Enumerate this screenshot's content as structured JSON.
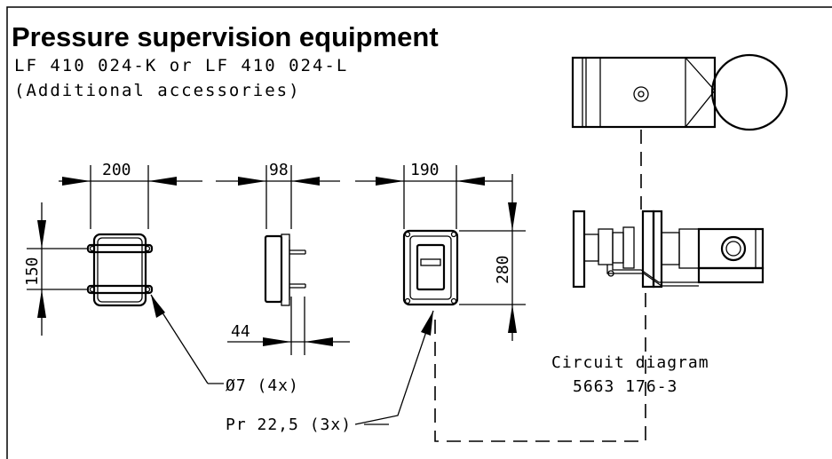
{
  "title": "Pressure supervision equipment",
  "subtitle_line1": "LF 410 024-K or LF 410 024-L",
  "subtitle_line2": "(Additional accessories)",
  "dimensions": {
    "front_width": "200",
    "front_height": "150",
    "side_depth": "98",
    "side_bottom": "44",
    "box_width": "190",
    "box_height": "280"
  },
  "callouts": {
    "hole": "Ø7 (4x)",
    "gland": "Pr 22,5 (3x)"
  },
  "circuit": {
    "label": "Circuit diagram",
    "number": "5663 176-3"
  }
}
